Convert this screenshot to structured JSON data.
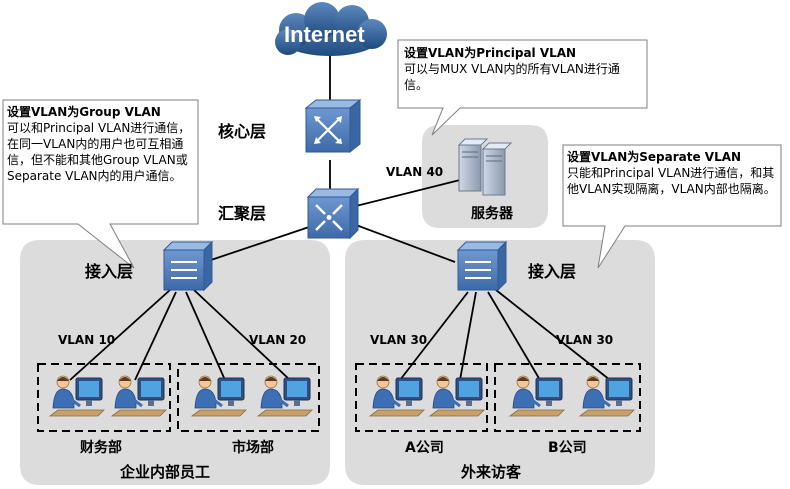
{
  "internet": "Internet",
  "layers": {
    "core": "核心层",
    "aggregation": "汇聚层",
    "access_left": "接入层",
    "access_right": "接入层"
  },
  "vlans": {
    "server": "VLAN 40",
    "finance": "VLAN 10",
    "market": "VLAN 20",
    "company_a": "VLAN 30",
    "company_b": "VLAN 30"
  },
  "labels": {
    "server": "服务器",
    "finance": "财务部",
    "market": "市场部",
    "company_a": "A公司",
    "company_b": "B公司",
    "internal": "企业内部员工",
    "guest": "外来访客"
  },
  "callouts": {
    "principal": {
      "title": "设置VLAN为Principal VLAN",
      "body": "可以与MUX VLAN内的所有VLAN进行通信。"
    },
    "group": {
      "title": "设置VLAN为Group VLAN",
      "body": "可以和Principal VLAN进行通信，在同一VLAN内的用户也可互相通信，但不能和其他Group VLAN或Separate VLAN内的用户通信。"
    },
    "separate": {
      "title": "设置VLAN为Separate VLAN",
      "body": "只能和Principal VLAN进行通信，和其他VLAN实现隔离，VLAN内部也隔离。"
    }
  },
  "colors": {
    "cloud": "#2f5f95",
    "device_front": "#5a86c3",
    "device_top": "#8fb0de",
    "device_side": "#3c6aa6",
    "region": "#dcdcdc",
    "line": "#000000"
  }
}
